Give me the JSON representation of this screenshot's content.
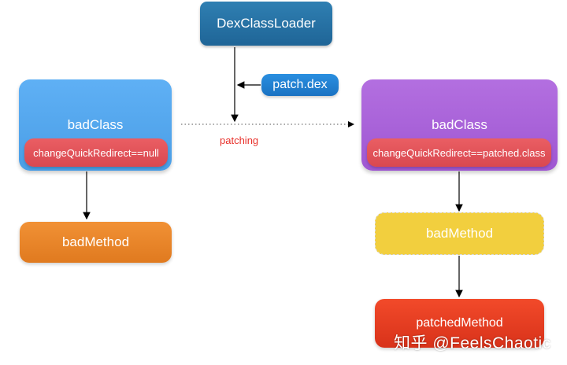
{
  "loader": {
    "label": "DexClassLoader"
  },
  "patch_file": {
    "label": "patch.dex"
  },
  "left_class": {
    "title": "badClass",
    "redirect": "changeQuickRedirect==null",
    "method": "badMethod"
  },
  "right_class": {
    "title": "badClass",
    "redirect": "changeQuickRedirect==patched.class",
    "method": "badMethod",
    "patched_method": "patchedMethod"
  },
  "patching_label": "patching",
  "watermark": "知乎 @FeelsChaotic",
  "colors": {
    "loader": "#2a76aa",
    "left_class": "#52a6ee",
    "right_class": "#a962db",
    "redirect": "#e4535a",
    "bad_method_left": "#e8862a",
    "bad_method_right": "#f2cf3e",
    "patched_method": "#e83e22",
    "patching_text": "#e8302a"
  }
}
